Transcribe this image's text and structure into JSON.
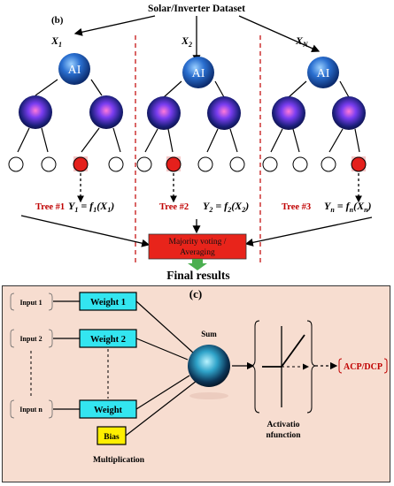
{
  "panel_b": {
    "letter": "(b)",
    "dataset_title": "Solar/Inverter Dataset",
    "ai_label": "AI",
    "inputs": [
      "X_1",
      "X_2",
      "X_N"
    ],
    "trees": [
      {
        "label": "Tree #1",
        "output": "Y_1 = f_1(X_1)"
      },
      {
        "label": "Tree #2",
        "output": "Y_2 = f_2(X_2)"
      },
      {
        "label": "Tree #3",
        "output": "Y_n = f_n(X_n)"
      }
    ],
    "vote_box": "Majority voting / Averaging",
    "final_results": "Final results",
    "colors": {
      "tree_label": "#c00000",
      "vote_box": "#e8241b",
      "selected_leaf": "#e4201c",
      "arrow": "#4caf50",
      "divider": "#c00000"
    }
  },
  "panel_c": {
    "letter": "(c)",
    "inputs": [
      "Input 1",
      "Input 2",
      "Input n"
    ],
    "weights": [
      "Weight 1",
      "Weight 2",
      "Weight"
    ],
    "bias": "Bias",
    "multiplication": "Multiplication",
    "sum": "Sum",
    "activation": "Activatio nfunction",
    "output": "ACP/DCP",
    "colors": {
      "background": "#f7ddd0",
      "weight_box": "#33e5f0",
      "bias_box": "#ffef00",
      "output_text": "#c00000"
    }
  }
}
